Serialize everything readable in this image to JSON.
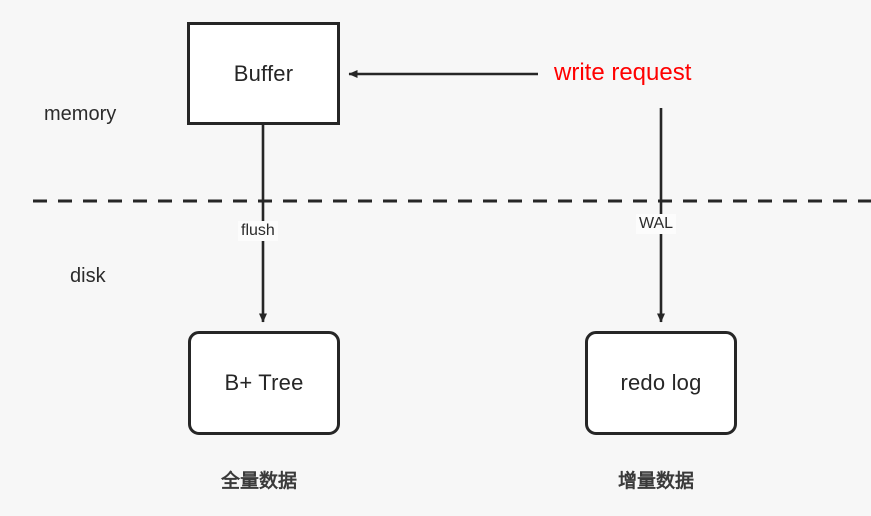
{
  "diagram": {
    "title": "buffer flush and WAL redo log write path",
    "background_color": "#f7f7f7",
    "stroke_color": "#262626",
    "accent_color": "#ff0000",
    "nodes": [
      {
        "id": "buffer",
        "label": "Buffer",
        "shape": "rectangle",
        "fill": "#ffffff"
      },
      {
        "id": "btree",
        "label": "B+ Tree",
        "shape": "rounded-rectangle",
        "fill": "#ffffff"
      },
      {
        "id": "redolog",
        "label": "redo log",
        "shape": "rounded-rectangle",
        "fill": "#ffffff"
      }
    ],
    "region_labels": [
      {
        "id": "memory",
        "label": "memory"
      },
      {
        "id": "disk",
        "label": "disk"
      }
    ],
    "divider": {
      "style": "dashed",
      "label": ""
    },
    "edges": [
      {
        "id": "write-to-buffer",
        "label": "write request",
        "color": "#ff0000",
        "from": "write request",
        "to": "buffer"
      },
      {
        "id": "buffer-to-btree",
        "label": "flush",
        "from": "buffer",
        "to": "btree"
      },
      {
        "id": "write-to-redolog",
        "label": "WAL",
        "from": "write request",
        "to": "redolog"
      }
    ],
    "captions": [
      {
        "id": "full-data",
        "label": "全量数据",
        "under": "btree"
      },
      {
        "id": "incr-data",
        "label": "增量数据",
        "under": "redolog"
      }
    ]
  }
}
